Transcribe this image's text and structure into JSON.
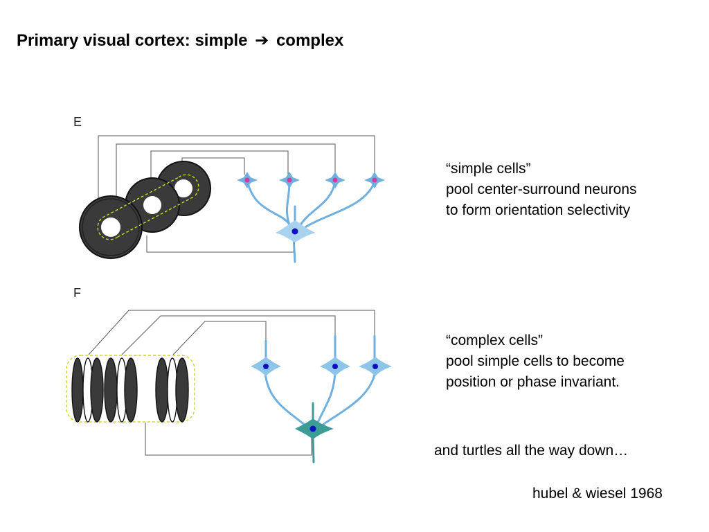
{
  "title": {
    "main": "Primary visual cortex: simple",
    "arrow": "➔",
    "end": "complex"
  },
  "panels": {
    "e": {
      "label": "E"
    },
    "f": {
      "label": "F"
    }
  },
  "descriptions": {
    "simple": {
      "line1": "“simple cells”",
      "line2": "pool center-surround neurons",
      "line3": "to form orientation selectivity"
    },
    "complex": {
      "line1": "“complex cells”",
      "line2": "pool simple cells to become",
      "line3": "position or phase invariant."
    }
  },
  "footer": {
    "turtles": "and turtles all the way down…",
    "credit": "hubel & wiesel 1968"
  },
  "colors": {
    "neuron": "#6fb0e0",
    "nucleus_input": "#d63aa0",
    "nucleus_output": "#1010c0",
    "complex_neuron": "#3c9c96",
    "receptive_field": "#3c3c3c",
    "dashed_outline": "#c8d820",
    "wire": "#555555"
  }
}
